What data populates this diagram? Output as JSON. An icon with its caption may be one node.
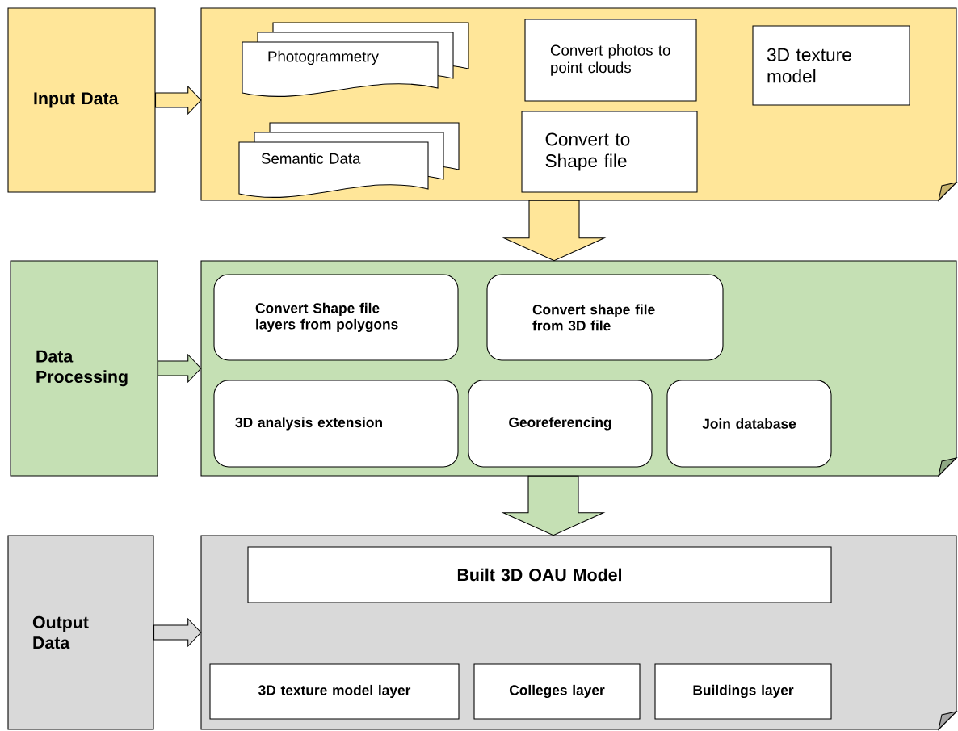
{
  "diagram": {
    "nodes": [
      {
        "text": [
          "Input Data"
        ]
      },
      {
        "text": [],
        "shape": "note"
      },
      {
        "text": [
          "Photogrammetry"
        ],
        "in": 1
      },
      {
        "text": [
          "Convert photos to point clouds"
        ],
        "in": 1
      },
      {
        "text": [
          "3D texture model"
        ],
        "in": 1
      },
      {
        "text": [
          "Semantic Data"
        ],
        "in": 1
      },
      {
        "text": [
          "Convert to Shape file"
        ],
        "in": 1
      },
      {
        "text": [
          "Data Processing"
        ]
      },
      {
        "text": [],
        "shape": "note"
      },
      {
        "text": [
          "Convert Shape file layers from polygons"
        ],
        "in": 8
      },
      {
        "text": [
          "Convert shape file from 3D file"
        ],
        "in": 8
      },
      {
        "text": [
          "3D analysis extension"
        ],
        "in": 8
      },
      {
        "text": [
          "Georeferencing"
        ],
        "in": 8
      },
      {
        "text": [
          "Join database"
        ],
        "in": 8
      },
      {
        "text": [
          "Output Data"
        ]
      },
      {
        "text": [],
        "shape": "note"
      },
      {
        "text": [
          "Built 3D OAU Model"
        ],
        "in": 15
      },
      {
        "text": [
          "3D texture model layer"
        ],
        "in": 15
      },
      {
        "text": [
          "Colleges layer"
        ],
        "in": 15
      },
      {
        "text": [
          "Buildings layer"
        ],
        "in": 15
      }
    ],
    "edges": [
      {
        "from": 0,
        "to": 1,
        "arrow": "to",
        "color": "#ffe699"
      },
      {
        "from": 1,
        "to": 8,
        "arrow": "to",
        "style": "thick",
        "color": "#ffe699"
      },
      {
        "from": 7,
        "to": 8,
        "arrow": "to",
        "color": "#c5e0b4"
      },
      {
        "from": 8,
        "to": 15,
        "arrow": "to",
        "style": "thick",
        "color": "#c5e0b4"
      },
      {
        "from": 14,
        "to": 15,
        "arrow": "to",
        "color": "#d9d9d9"
      }
    ]
  }
}
